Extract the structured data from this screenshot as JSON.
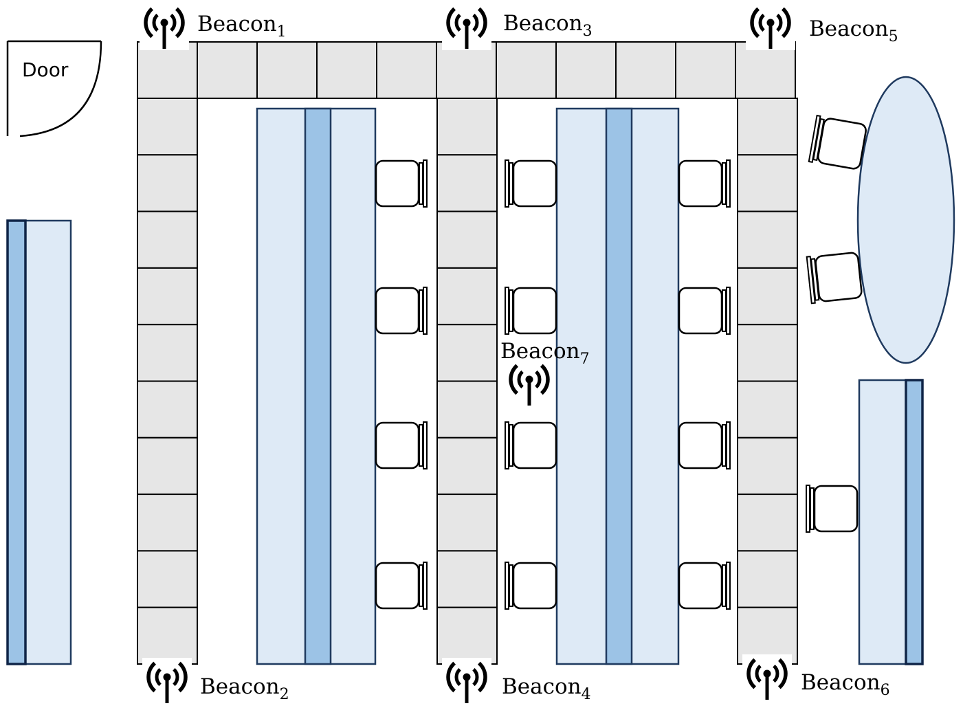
{
  "door": {
    "label": "Door"
  },
  "beacons": [
    {
      "id": "beacon-1",
      "base": "Beacon",
      "sub": "1"
    },
    {
      "id": "beacon-2",
      "base": "Beacon",
      "sub": "2"
    },
    {
      "id": "beacon-3",
      "base": "Beacon",
      "sub": "3"
    },
    {
      "id": "beacon-4",
      "base": "Beacon",
      "sub": "4"
    },
    {
      "id": "beacon-5",
      "base": "Beacon",
      "sub": "5"
    },
    {
      "id": "beacon-6",
      "base": "Beacon",
      "sub": "6"
    },
    {
      "id": "beacon-7",
      "base": "Beacon",
      "sub": "7"
    }
  ],
  "colors": {
    "tile": "#e6e6e6",
    "desk_light": "#deeaf6",
    "desk_dark": "#9cc3e6",
    "desk_outline": "#1f3a5f"
  },
  "icons": {
    "beacon": "wireless-beacon-icon",
    "chair": "office-chair-icon"
  }
}
